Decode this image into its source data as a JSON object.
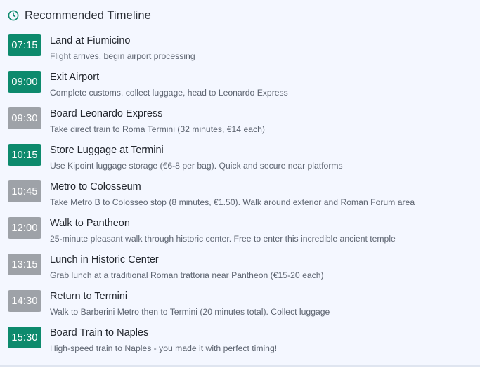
{
  "header": {
    "title": "Recommended Timeline",
    "icon": "clock-icon",
    "accent": "#0d8a6d"
  },
  "colors": {
    "highlight": "#0d8a6d",
    "muted": "#9ea2a8"
  },
  "timeline": [
    {
      "time": "07:15",
      "title": "Land at Fiumicino",
      "desc": "Flight arrives, begin airport processing",
      "style": "highlight"
    },
    {
      "time": "09:00",
      "title": "Exit Airport",
      "desc": "Complete customs, collect luggage, head to Leonardo Express",
      "style": "highlight"
    },
    {
      "time": "09:30",
      "title": "Board Leonardo Express",
      "desc": "Take direct train to Roma Termini (32 minutes, €14 each)",
      "style": "muted"
    },
    {
      "time": "10:15",
      "title": "Store Luggage at Termini",
      "desc": "Use Kipoint luggage storage (€6-8 per bag). Quick and secure near platforms",
      "style": "highlight"
    },
    {
      "time": "10:45",
      "title": "Metro to Colosseum",
      "desc": "Take Metro B to Colosseo stop (8 minutes, €1.50). Walk around exterior and Roman Forum area",
      "style": "muted"
    },
    {
      "time": "12:00",
      "title": "Walk to Pantheon",
      "desc": "25-minute pleasant walk through historic center. Free to enter this incredible ancient temple",
      "style": "muted"
    },
    {
      "time": "13:15",
      "title": "Lunch in Historic Center",
      "desc": "Grab lunch at a traditional Roman trattoria near Pantheon (€15-20 each)",
      "style": "muted"
    },
    {
      "time": "14:30",
      "title": "Return to Termini",
      "desc": "Walk to Barberini Metro then to Termini (20 minutes total). Collect luggage",
      "style": "muted"
    },
    {
      "time": "15:30",
      "title": "Board Train to Naples",
      "desc": "High-speed train to Naples - you made it with perfect timing!",
      "style": "highlight"
    }
  ]
}
